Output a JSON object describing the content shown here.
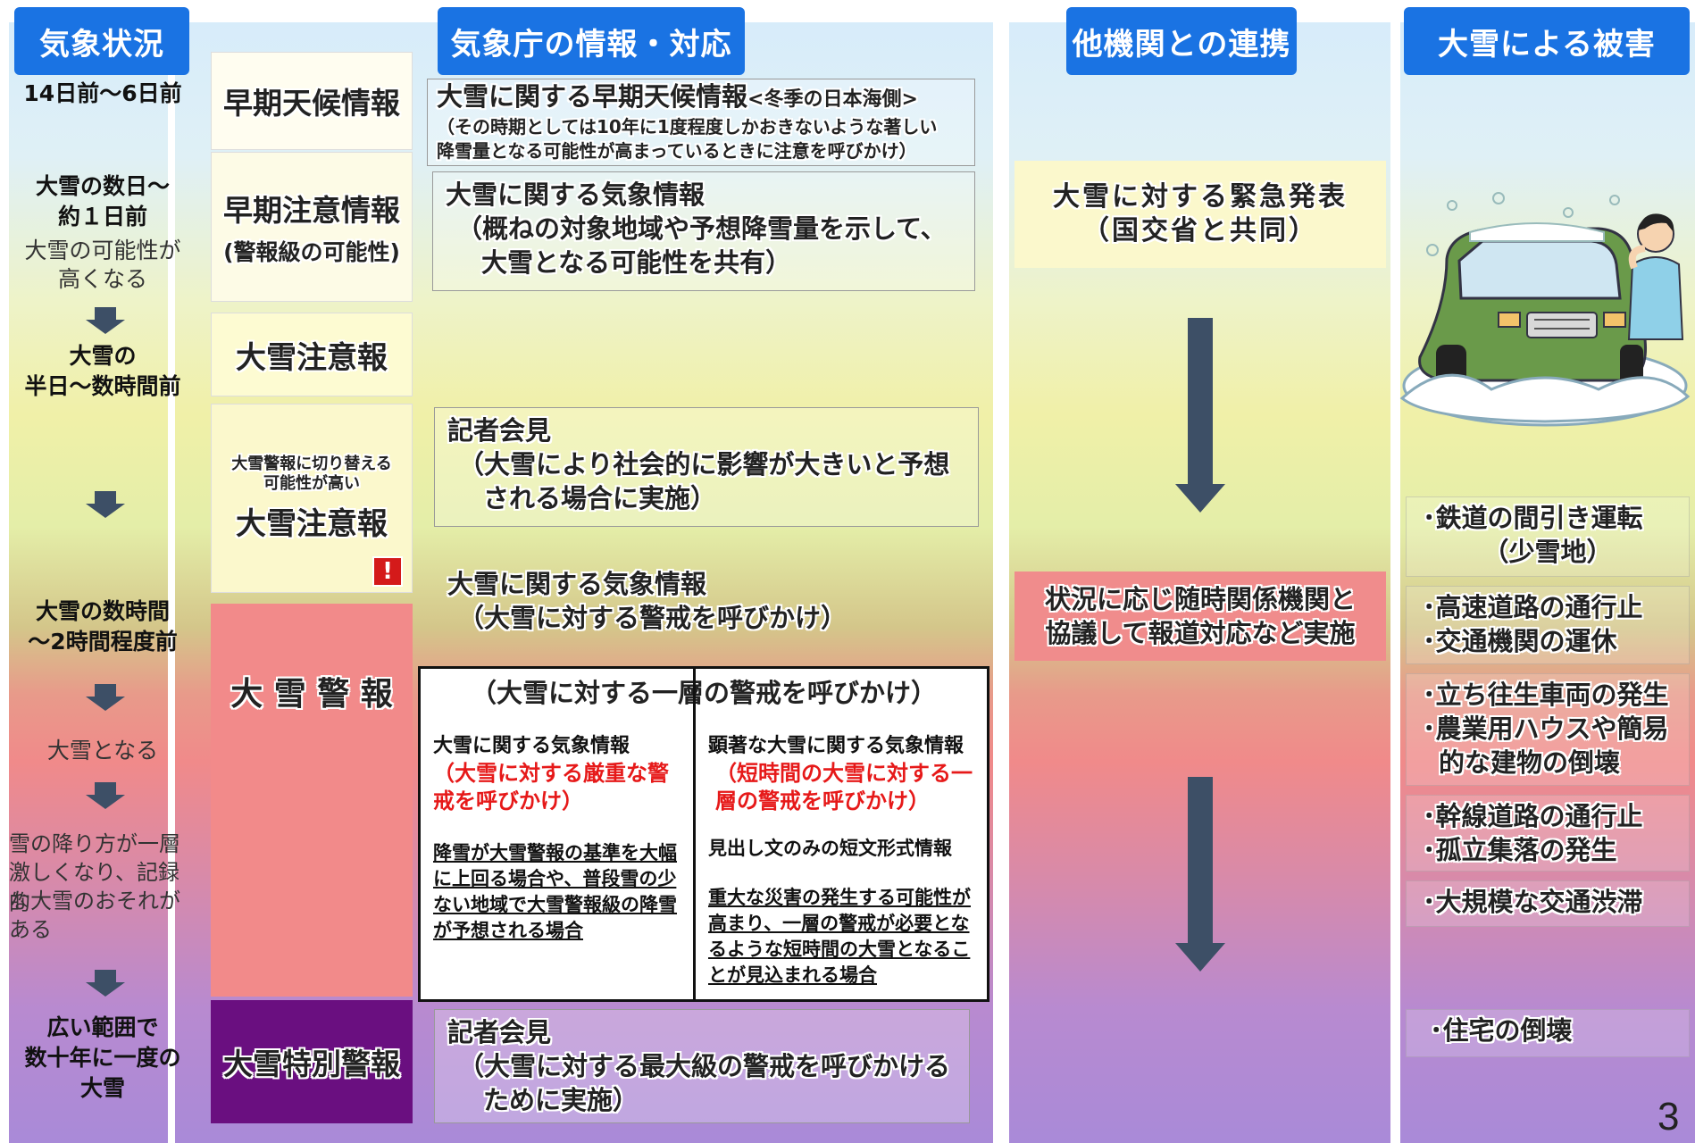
{
  "headers": {
    "weather": "気象状況",
    "jma": "気象庁の情報・対応",
    "agencies": "他機関との連携",
    "damage": "大雪による被害"
  },
  "left": {
    "t1": "14日前～6日前",
    "t2a": "大雪の数日～",
    "t2b": "約１日前",
    "t2c": "大雪の可能性が",
    "t2d": "高くなる",
    "t3a": "大雪の",
    "t3b": "半日～数時間前",
    "t4a": "大雪の数時間",
    "t4b": "～2時間程度前",
    "t5": "大雪となる",
    "t6a": "雪の降り方が一層",
    "t6b": "激しくなり、記録的",
    "t6c": "な大雪のおそれが",
    "t6d": "ある",
    "t7a": "広い範囲で",
    "t7b": "数十年に一度の",
    "t7c": "大雪"
  },
  "stages": {
    "s1": "早期天候情報",
    "s2a": "早期注意情報",
    "s2b": "(警報級の可能性)",
    "s3": "大雪注意報",
    "s4a": "大雪警報に切り替える",
    "s4b": "可能性が高い",
    "s4c": "大雪注意報",
    "s4_mark": "!",
    "s5": "大 雪 警 報",
    "s6": "大雪特別警報"
  },
  "info": {
    "i1_title": "大雪に関する早期天候情報",
    "i1_sub": "<冬季の日本海側>",
    "i1_l1": "（その時期としては10年に1度程度しかおきないような著しい",
    "i1_l2": "降雪量となる可能性が高まっているときに注意を呼びかけ）",
    "i2_l1": "大雪に関する気象情報",
    "i2_l2": "（概ねの対象地域や予想降雪量を示して、",
    "i2_l3": "大雪となる可能性を共有）",
    "i3_l1": "記者会見",
    "i3_l2": "（大雪により社会的に影響が大きいと予想",
    "i3_l3": "される場合に実施）",
    "i4_l1": "大雪に関する気象情報",
    "i4_l2": "（大雪に対する警戒を呼びかけ）",
    "i5_banner": "（大雪に対する一層の警戒を呼びかけ）",
    "i5_left_title": "大雪に関する気象情報",
    "i5_left_red": "（大雪に対する厳重な警戒を呼びかけ）",
    "i5_left_cond": "降雪が大雪警報の基準を大幅に上回る場合や、普段雪の少ない地域で大雪警報級の降雪が予想される場合",
    "i5_right_title": "顕著な大雪に関する気象情報",
    "i5_right_red": "（短時間の大雪に対する一層の警戒を呼びかけ）",
    "i5_right_note": "見出し文のみの短文形式情報",
    "i5_right_cond": "重大な災害の発生する可能性が高まり、一層の警戒が必要となるような短時間の大雪となることが見込まれる場合",
    "i6_l1": "記者会見",
    "i6_l2": "（大雪に対する最大級の警戒を呼びかける",
    "i6_l3": "ために実施）"
  },
  "agencies": {
    "a1_l1": "大雪に対する緊急発表",
    "a1_l2": "（国交省と共同）",
    "a2_l1": "状況に応じ随時関係機関と",
    "a2_l2": "協議して報道対応など実施"
  },
  "damage": {
    "d1_l1": "･鉄道の間引き運転",
    "d1_l2": "（少雪地）",
    "d2_l1": "･高速道路の通行止",
    "d2_l2": "･交通機関の運休",
    "d3_l1": "･立ち往生車両の発生",
    "d3_l2": "･農業用ハウスや簡易",
    "d3_l3": "的な建物の倒壊",
    "d4_l1": "･幹線道路の通行止",
    "d4_l2": "･孤立集落の発生",
    "d5": "･大規模な交通渋滞",
    "d6": "･住宅の倒壊"
  },
  "page_number": "3",
  "colors": {
    "header_blue": "#1a73e3",
    "warning_red": "#f28a8a",
    "special_purple": "#6a0f80",
    "advisory_yellow": "#fdfbd2",
    "arrow": "#3d4f66",
    "alert_red": "#e61919"
  },
  "icons": {
    "mark": "exclamation-icon",
    "car": "snow-stuck-car-icon",
    "arrows": "down-arrow-icon"
  }
}
